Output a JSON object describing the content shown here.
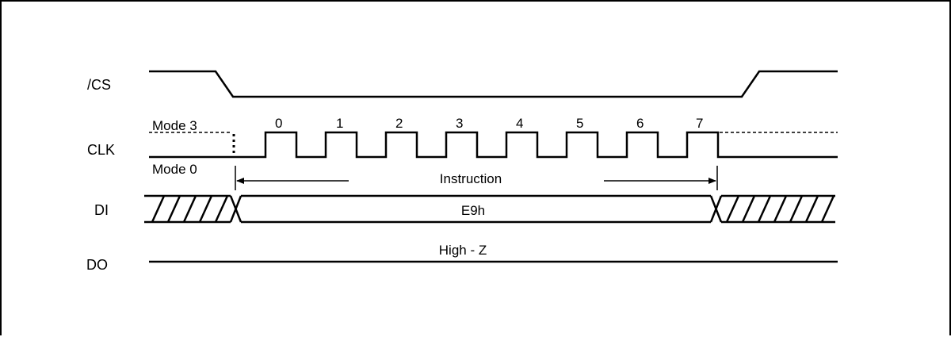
{
  "signals": {
    "cs": "/CS",
    "clk": "CLK",
    "di": "DI",
    "do": "DO"
  },
  "clk_labels": {
    "mode3": "Mode 3",
    "mode0": "Mode 0",
    "pulses": [
      "0",
      "1",
      "2",
      "3",
      "4",
      "5",
      "6",
      "7"
    ]
  },
  "annotations": {
    "instruction": "Instruction",
    "di_value": "E9h",
    "do_value": "High - Z"
  }
}
